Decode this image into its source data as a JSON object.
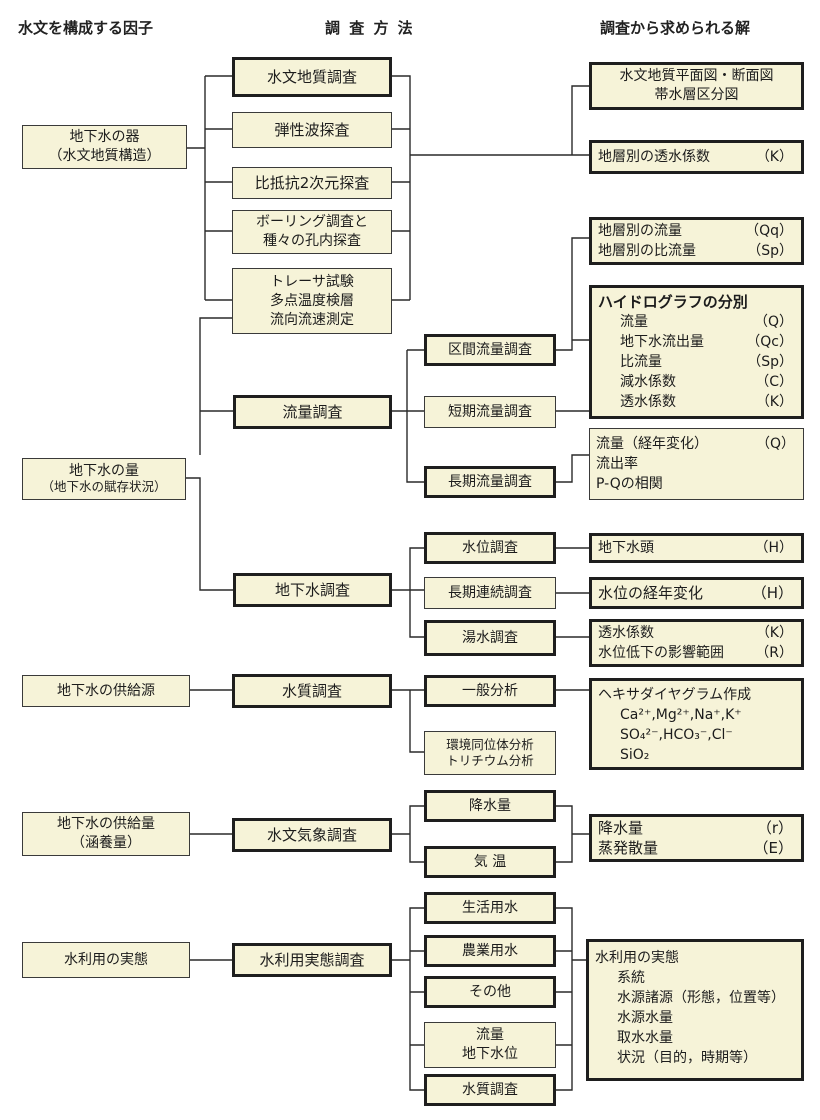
{
  "headers": {
    "factors": "水文を構成する因子",
    "methods": "調 査 方 法",
    "results": "調査から求められる解"
  },
  "factors": {
    "vessel": [
      "地下水の器",
      "（水文地質構造）"
    ],
    "quantity": [
      "地下水の量",
      "（地下水の賦存状況）"
    ],
    "source": [
      "地下水の供給源"
    ],
    "supply": [
      "地下水の供給量",
      "（涵養量）"
    ],
    "use": [
      "水利用の実態"
    ]
  },
  "methods": {
    "hydrogeo": "水文地質調査",
    "seismic": "弾性波探査",
    "resistivity": "比抵抗2次元探査",
    "boring": [
      "ボーリング調査と",
      "種々の孔内探査"
    ],
    "tracer": [
      "トレーサ試験",
      "多点温度検層",
      "流向流速測定"
    ],
    "flow": "流量調査",
    "groundwater": "地下水調査",
    "quality": "水質調査",
    "meteo": "水文気象調査",
    "wateruse": "水利用実態調査"
  },
  "submethods": {
    "section_flow": "区間流量調査",
    "short_flow": "短期流量調査",
    "long_flow": "長期流量調査",
    "level": "水位調査",
    "long_continuous": "長期連続調査",
    "pumping": "湯水調査",
    "general": "一般分析",
    "isotope": [
      "環境同位体分析",
      "トリチウム分析"
    ],
    "precip": "降水量",
    "temp": "気 温",
    "domestic": "生活用水",
    "agri": "農業用水",
    "other": "その他",
    "flow_level": [
      "流量",
      "地下水位"
    ],
    "quality_survey": "水質調査"
  },
  "results": {
    "maps": [
      "水文地質平面図・断面図",
      "帯水層区分図"
    ],
    "permeability": {
      "text": "地層別の透水係数",
      "sym": "（K）"
    },
    "layer_flow": [
      {
        "text": "地層別の流量",
        "sym": "（Qq）"
      },
      {
        "text": "地層別の比流量",
        "sym": "（Sp）"
      }
    ],
    "hydro_title": "ハイドログラフの分別",
    "hydro_items": [
      {
        "text": "流量",
        "sym": "（Q）"
      },
      {
        "text": "地下水流出量",
        "sym": "（Qc）"
      },
      {
        "text": "比流量",
        "sym": "（Sp）"
      },
      {
        "text": "減水係数",
        "sym": "（C）"
      },
      {
        "text": "透水係数",
        "sym": "（K）"
      }
    ],
    "longterm": [
      {
        "text": "流量（経年変化）",
        "sym": "（Q）"
      },
      {
        "text": "流出率",
        "sym": ""
      },
      {
        "text": "P-Qの相関",
        "sym": ""
      }
    ],
    "head": {
      "text": "地下水頭",
      "sym": "（H）"
    },
    "level_change": {
      "text": "水位の経年変化",
      "sym": "（H）"
    },
    "pump_results": [
      {
        "text": "透水係数",
        "sym": "（K）"
      },
      {
        "text": "水位低下の影響範囲",
        "sym": "（R）"
      }
    ],
    "hexa_title": "ヘキサダイヤグラム作成",
    "ions": [
      "Ca²⁺,Mg²⁺,Na⁺,K⁺",
      "SO₄²⁻,HCO₃⁻,Cl⁻",
      "SiO₂"
    ],
    "meteo_results": [
      {
        "text": "降水量",
        "sym": "（r）"
      },
      {
        "text": "蒸発散量",
        "sym": "（E）"
      }
    ],
    "use_title": "水利用の実態",
    "use_items": [
      "系統",
      "水源諸源（形態，位置等）",
      "水源水量",
      "取水水量",
      "状況（目的，時期等）"
    ]
  },
  "colors": {
    "box_fill": "#f6f3d8",
    "line": "#1e1e1e"
  }
}
